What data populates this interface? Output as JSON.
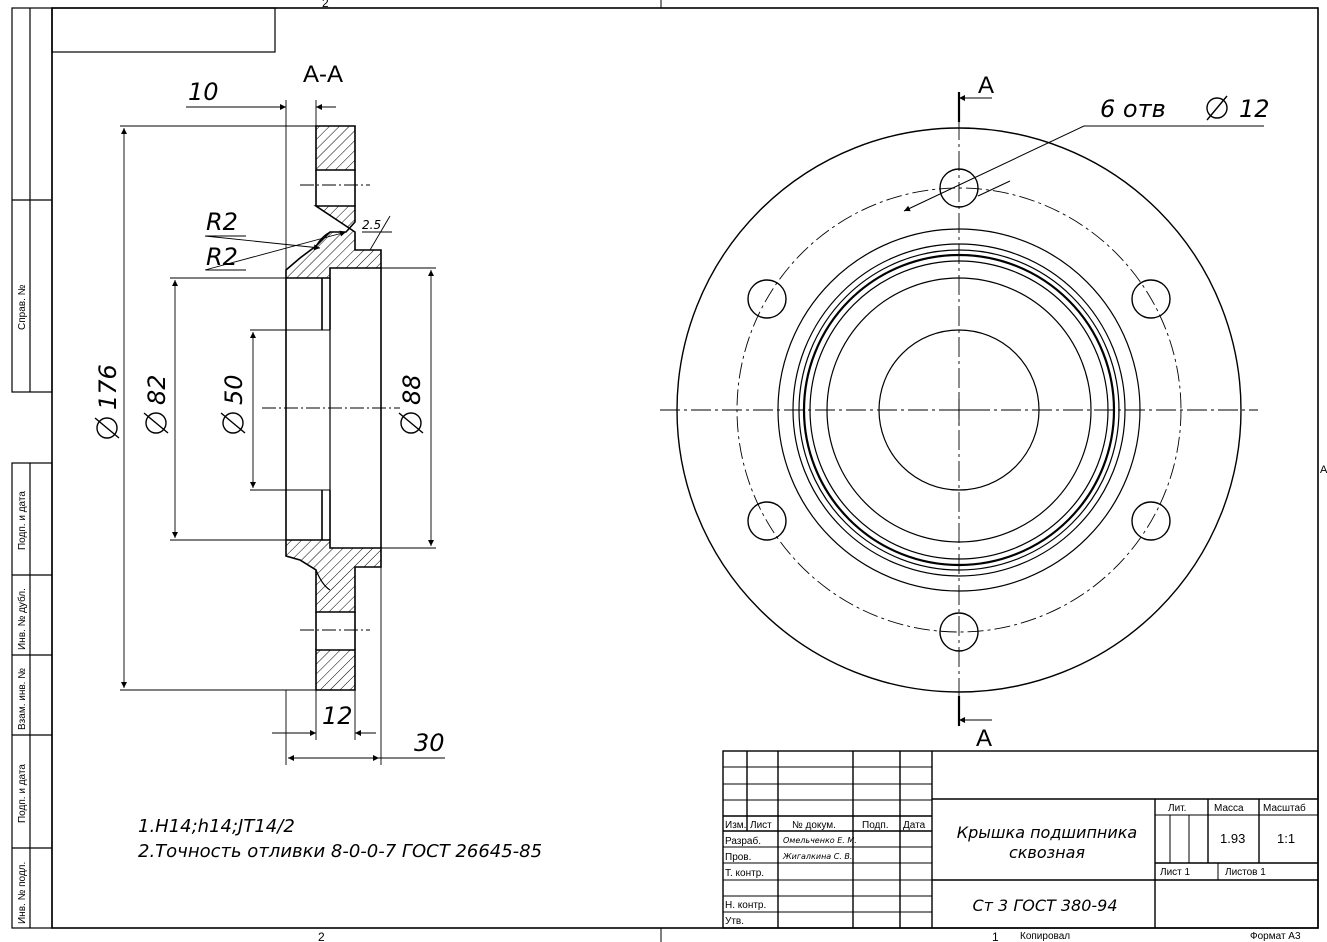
{
  "sheet": {
    "zone_top_left": "2",
    "zone_bottom_left": "2",
    "zone_bottom_right": "1",
    "zone_right_mark": "A",
    "copied_label": "Копировал",
    "format_label": "Формат A3"
  },
  "side_strip": {
    "sprav": "Справ. №",
    "podp_data_1": "Подп. и дата",
    "inv_dubl": "Инв. № дубл.",
    "vzam_inv": "Взам. инв. №",
    "podp_data_2": "Подп. и дата",
    "inv_podl": "Инв. № подл."
  },
  "section_view": {
    "title": "А-А",
    "dim_10": "10",
    "dim_r2_top": "R2",
    "dim_r2_bottom": "R2",
    "dim_2_5": "2.5",
    "dim_176": "176",
    "dim_82": "82",
    "dim_50": "50",
    "dim_88": "88",
    "dim_12": "12",
    "dim_30": "30"
  },
  "front_view": {
    "cut_label_top": "А",
    "cut_label_bottom": "А",
    "holes_callout": "6 отв",
    "holes_dia": "12"
  },
  "notes": [
    "1.H14;h14;JT14/2",
    "2.Точность отливки 8-0-0-7 ГОСТ 26645-85"
  ],
  "title_block": {
    "col_izm": "Изм.",
    "col_list": "Лист",
    "col_docnum": "№ докум.",
    "col_podp": "Подп.",
    "col_data": "Дата",
    "row_razrab": "Разраб.",
    "row_prov": "Пров.",
    "row_tkontr": "Т. контр.",
    "row_nkontr": "Н. контр.",
    "row_utv": "Утв.",
    "razrab_name": "Омельченко Е. М.",
    "prov_name": "Жигалкина С. В.",
    "name_line1": "Крышка подшипника",
    "name_line2": "сквозная",
    "material": "Ст 3 ГОСТ  380-94",
    "hdr_lit": "Лит.",
    "hdr_mass": "Масса",
    "hdr_scale": "Масштаб",
    "mass": "1.93",
    "scale": "1:1",
    "sheet": "Лист 1",
    "sheets": "Листов 1"
  }
}
